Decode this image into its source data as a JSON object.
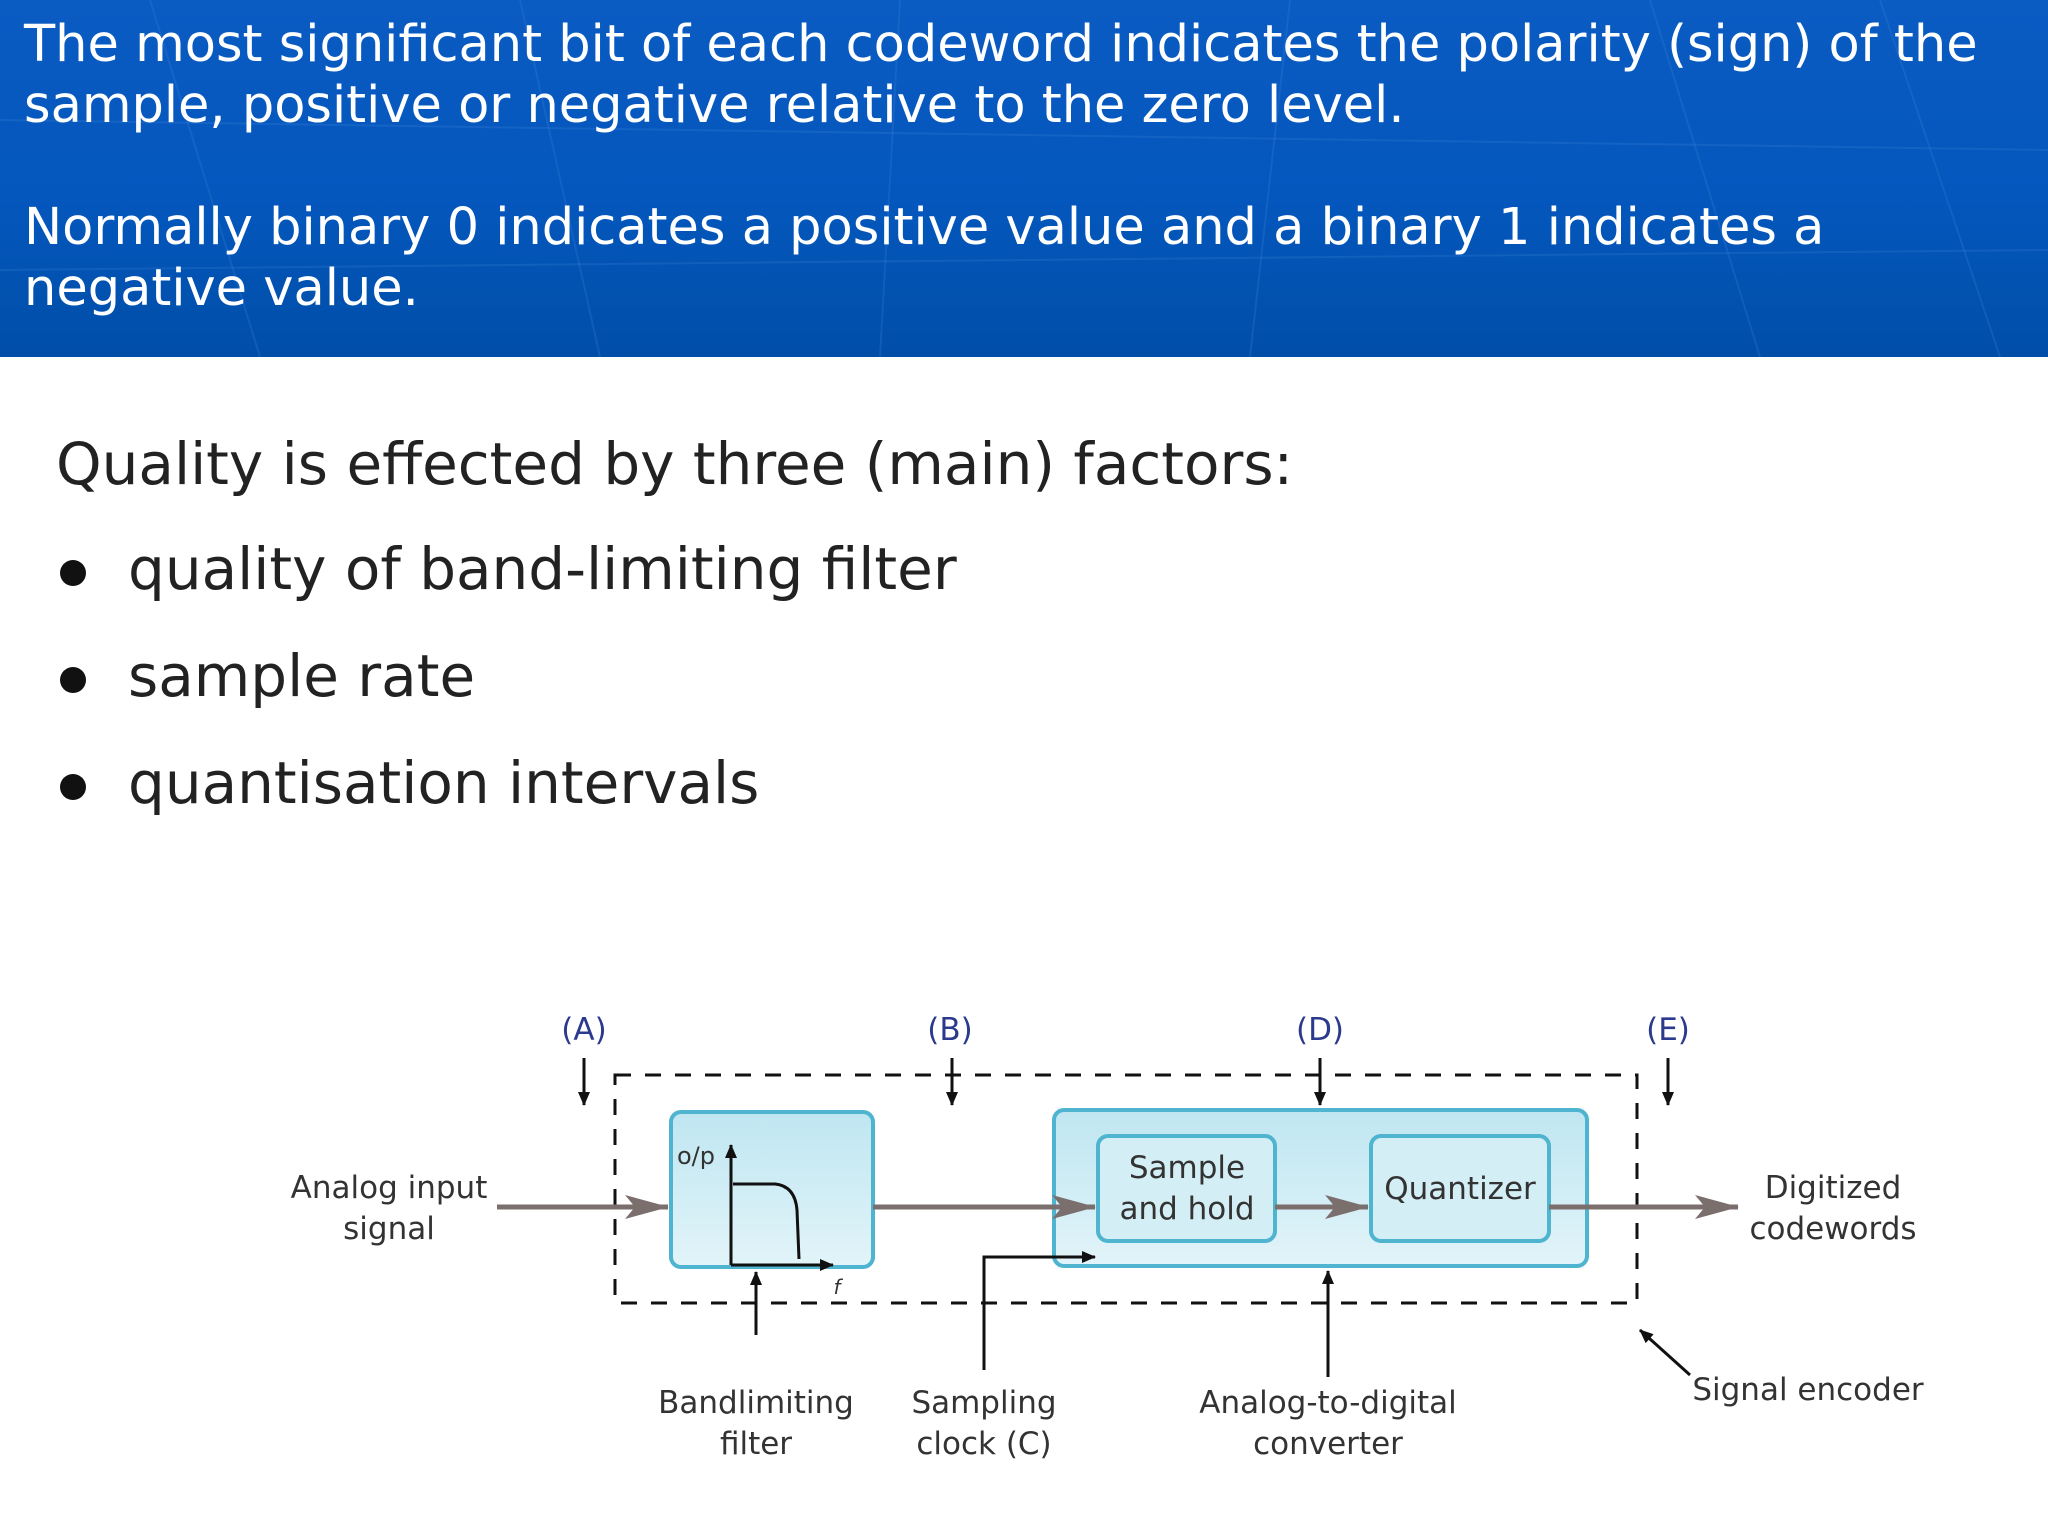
{
  "banner": {
    "paragraph1": "The most significant bit of each codeword indicates the polarity (sign) of the sample, positive or negative relative to the zero level.",
    "paragraph2": "Normally binary 0 indicates a positive value and a binary 1 indicates a negative value.",
    "background_color": "#0457bd",
    "text_color": "#ffffff"
  },
  "quality": {
    "heading": "Quality is effected by three (main) factors:",
    "factors": [
      "quality of band-limiting filter",
      "sample rate",
      "quantisation intervals"
    ]
  },
  "diagram": {
    "points": {
      "a": "(A)",
      "b": "(B)",
      "d": "(D)",
      "e": "(E)"
    },
    "input_label": [
      "Analog input",
      "signal"
    ],
    "output_label": [
      "Digitized",
      "codewords"
    ],
    "filter_box": {
      "ylabel": "o/p",
      "xlabel": "f"
    },
    "sample_hold": [
      "Sample",
      "and hold"
    ],
    "quantizer": "Quantizer",
    "bottom_labels": {
      "filter": [
        "Bandlimiting",
        "filter"
      ],
      "clock": [
        "Sampling",
        "clock (C)"
      ],
      "adc": [
        "Analog-to-digital",
        "converter"
      ],
      "encoder": "Signal encoder"
    },
    "colors": {
      "block_fill": "#cdeaf3",
      "block_stroke": "#4fb4cf",
      "signal_arrow": "#7a6f6d",
      "point_label": "#2b3a8c"
    }
  }
}
